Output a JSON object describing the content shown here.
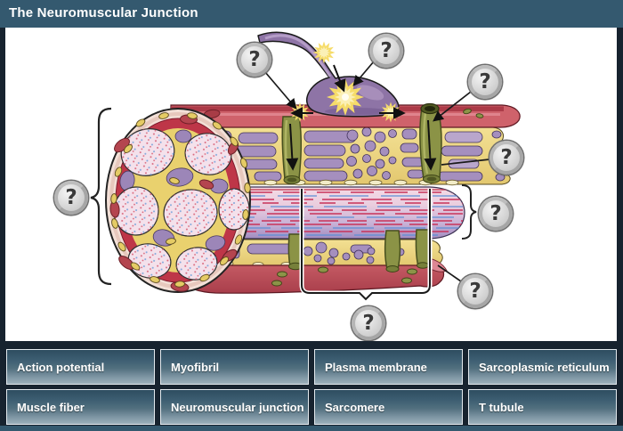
{
  "title": "The Neuromuscular Junction",
  "badge_symbol": "?",
  "word_bank": {
    "labels": [
      "Action potential",
      "Myofibril",
      "Plasma membrane",
      "Sarcoplasmic reticulum",
      "Muscle fiber",
      "Neuromuscular junction",
      "Sarcomere",
      "T tubule"
    ]
  },
  "colors": {
    "titlebar": "#34596F",
    "background": "#17232F",
    "panel": "#FFFFFF",
    "button_gradient_top": "#2E4D60",
    "button_gradient_bottom": "#9CB0BB",
    "button_border": "#E3EAEF",
    "badge_fill": "#D6D6D6",
    "badge_ring": "#8F8F8F",
    "muscle_red": "#CF626B",
    "sr_yellow": "#EFD77A",
    "tubule_green": "#8B9346",
    "neuron_purple": "#8E74A6"
  }
}
